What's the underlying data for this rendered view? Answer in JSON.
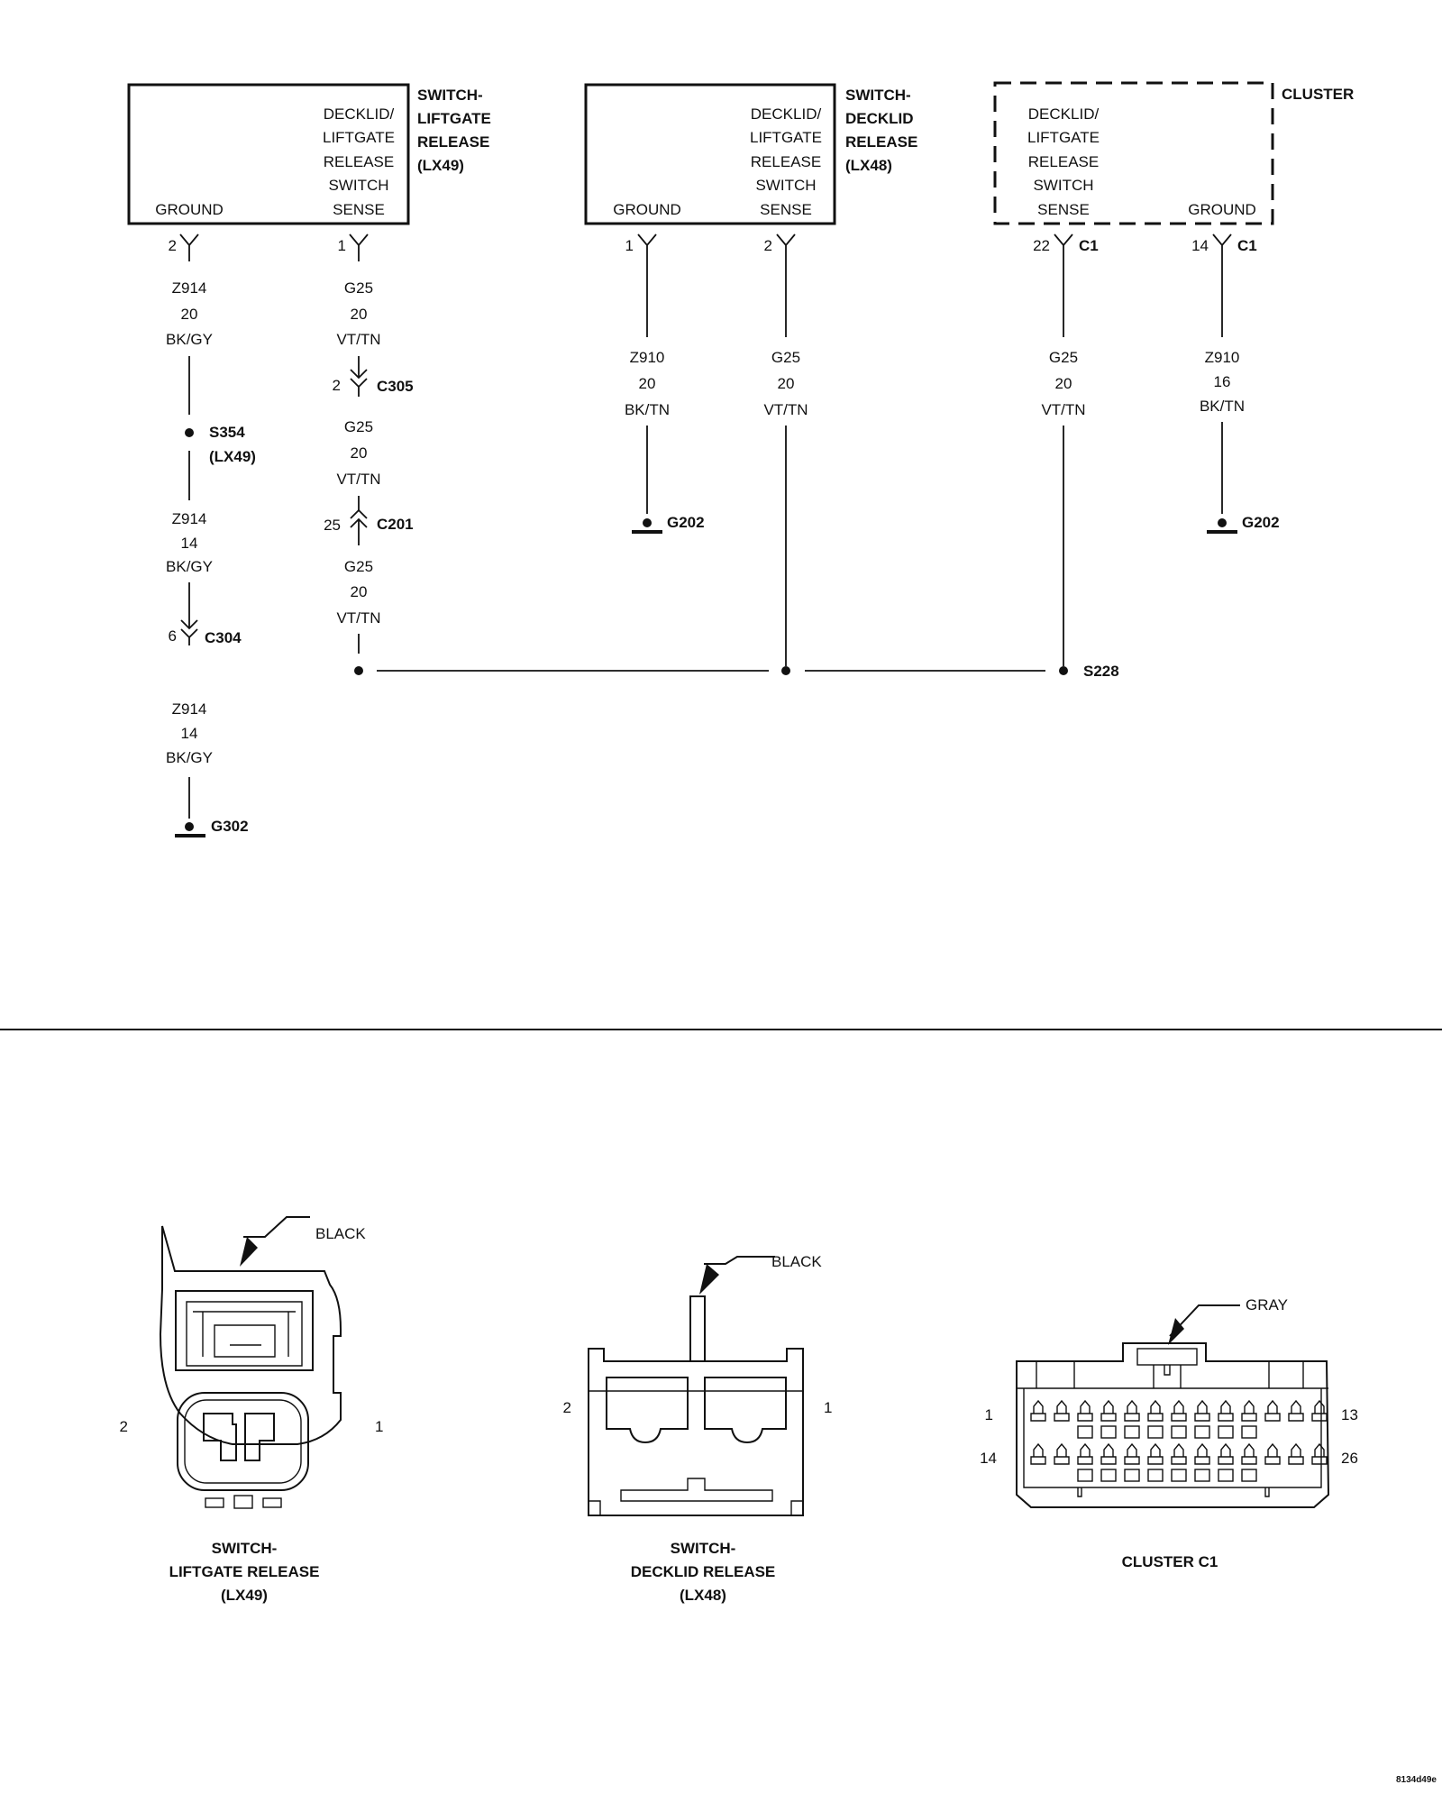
{
  "components": {
    "liftgate_switch": {
      "name_lines": [
        "SWITCH-",
        "LIFTGATE",
        "RELEASE",
        "(LX49)"
      ],
      "sense_lines": [
        "DECKLID/",
        "LIFTGATE",
        "RELEASE",
        "SWITCH",
        "SENSE"
      ],
      "ground_label": "GROUND",
      "ground_pin": "2",
      "sense_pin": "1"
    },
    "decklid_switch": {
      "name_lines": [
        "SWITCH-",
        "DECKLID",
        "RELEASE",
        "(LX48)"
      ],
      "sense_lines": [
        "DECKLID/",
        "LIFTGATE",
        "RELEASE",
        "SWITCH",
        "SENSE"
      ],
      "ground_label": "GROUND",
      "ground_pin": "1",
      "sense_pin": "2"
    },
    "cluster": {
      "name": "CLUSTER",
      "sense_lines": [
        "DECKLID/",
        "LIFTGATE",
        "RELEASE",
        "SWITCH",
        "SENSE"
      ],
      "ground_label": "GROUND",
      "sense_pin": "22",
      "sense_connector": "C1",
      "ground_pin": "14",
      "ground_connector": "C1"
    }
  },
  "wires": {
    "lx49_ground_a": [
      "Z914",
      "20",
      "BK/GY"
    ],
    "lx49_ground_b": [
      "Z914",
      "14",
      "BK/GY"
    ],
    "lx49_ground_c": [
      "Z914",
      "14",
      "BK/GY"
    ],
    "lx49_sense_a": [
      "G25",
      "20",
      "VT/TN"
    ],
    "lx49_sense_b": [
      "G25",
      "20",
      "VT/TN"
    ],
    "lx49_sense_c": [
      "G25",
      "20",
      "VT/TN"
    ],
    "lx48_ground": [
      "Z910",
      "20",
      "BK/TN"
    ],
    "lx48_sense": [
      "G25",
      "20",
      "VT/TN"
    ],
    "cluster_sense": [
      "G25",
      "20",
      "VT/TN"
    ],
    "cluster_ground": [
      "Z910",
      "16",
      "BK/TN"
    ]
  },
  "connectors": {
    "c305": {
      "pin": "2",
      "name": "C305"
    },
    "c201": {
      "pin": "25",
      "name": "C201"
    },
    "c304": {
      "pin": "6",
      "name": "C304"
    }
  },
  "splices": {
    "s354": [
      "S354",
      "(LX49)"
    ],
    "s228": "S228"
  },
  "grounds": {
    "lx49": "G302",
    "lx48": "G202",
    "cluster": "G202"
  },
  "connector_views": {
    "lx49": {
      "color": "BLACK",
      "pin_left": "2",
      "pin_right": "1",
      "caption": [
        "SWITCH-",
        "LIFTGATE RELEASE",
        "(LX49)"
      ]
    },
    "lx48": {
      "color": "BLACK",
      "pin_left": "2",
      "pin_right": "1",
      "caption": [
        "SWITCH-",
        "DECKLID RELEASE",
        "(LX48)"
      ]
    },
    "cluster_c1": {
      "color": "GRAY",
      "pin_top_left": "1",
      "pin_top_right": "13",
      "pin_bottom_left": "14",
      "pin_bottom_right": "26",
      "caption": "CLUSTER C1"
    }
  },
  "figure_id": "8134d49e"
}
